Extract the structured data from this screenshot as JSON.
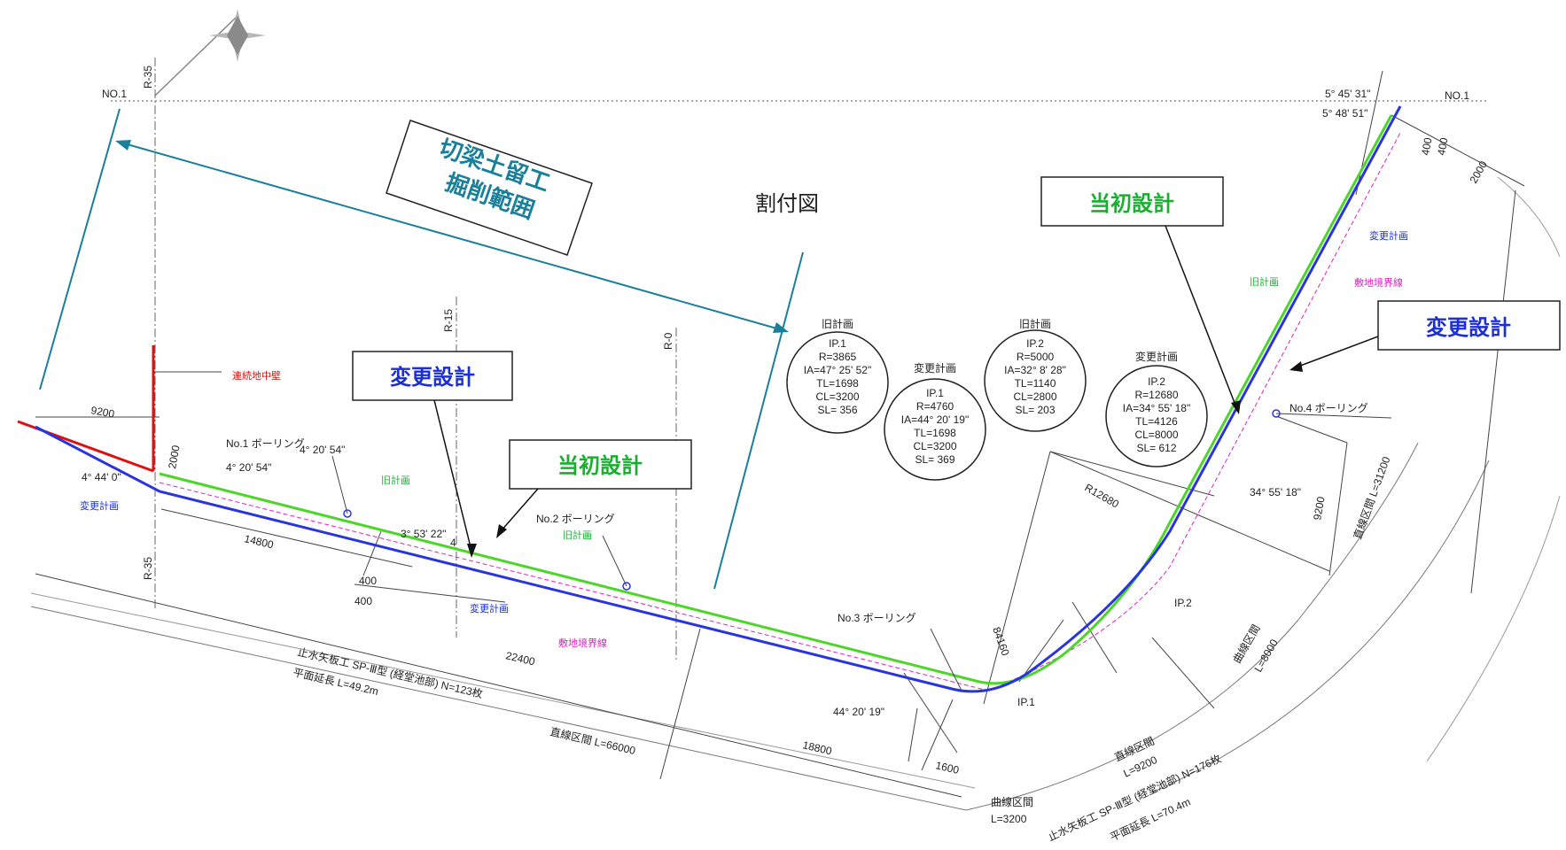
{
  "title": "割付図",
  "colors": {
    "plan_old": "#4bd629",
    "plan_new": "#2a33e0",
    "callout": "#1a7f9a",
    "boundary": "#e020c8",
    "wall": "#e01010",
    "green_label": "#17b02f",
    "blue_label": "#1b2fd6"
  },
  "callouts": {
    "excavation": {
      "line1": "切梁土留工",
      "line2": "掘削範囲"
    },
    "henkou_left": "変更設計",
    "touso_left": "当初設計",
    "touso_right": "当初設計",
    "henkou_right": "変更設計"
  },
  "reference_lines": {
    "no1_left": "NO.1",
    "no1_right": "NO.1",
    "r35_top": "R-35",
    "r35_bottom": "R-35",
    "r15": "R-15",
    "r0": "R-0"
  },
  "legend_labels": {
    "wall": "連続地中壁",
    "old_plan_1": "旧計画",
    "new_plan_1": "変更計画",
    "old_plan_2": "旧計画",
    "new_plan_2": "変更計画",
    "boundary_1": "敷地境界線",
    "old_plan_3": "旧計画",
    "new_plan_3": "変更計画",
    "boundary_2": "敷地境界線"
  },
  "borings": {
    "b1": "No.1 ボーリング",
    "b2": "No.2 ボーリング",
    "b3": "No.3 ボーリング",
    "b4": "No.4 ボーリング"
  },
  "curve_tables": {
    "old_ip1": {
      "header": "旧計画",
      "lines": [
        "IP.1",
        "R=3865",
        "IA=47° 25' 52\"",
        "TL=1698",
        "CL=3200",
        "SL= 356"
      ]
    },
    "new_ip1": {
      "header": "変更計画",
      "lines": [
        "IP.1",
        "R=4760",
        "IA=44° 20' 19\"",
        "TL=1698",
        "CL=3200",
        "SL= 369"
      ]
    },
    "old_ip2": {
      "header": "旧計画",
      "lines": [
        "IP.2",
        "R=5000",
        "IA=32° 8' 28\"",
        "TL=1140",
        "CL=2800",
        "SL= 203"
      ]
    },
    "new_ip2": {
      "header": "変更計画",
      "lines": [
        "IP.2",
        "R=12680",
        "IA=34° 55' 18\"",
        "TL=4126",
        "CL=8000",
        "SL= 612"
      ]
    }
  },
  "angles": {
    "a1": "4° 44' 0\"",
    "a2": "4° 20' 54\"",
    "a3": "4° 20' 54\"",
    "a4": "3° 53' 22\"",
    "a5": "44° 20' 19\"",
    "a6": "34° 55' 18\"",
    "a7": "5° 45' 31\"",
    "a8": "5° 48' 51\""
  },
  "dimensions": {
    "d9200": "9200",
    "d2000": "2000",
    "d14800": "14800",
    "d400a": "400",
    "d400b": "400",
    "d22400": "22400",
    "d18800": "18800",
    "d1600": "1600",
    "d4": "4",
    "d84160": "84160",
    "r12680": "R12680",
    "d9200b": "9200",
    "d400c": "400",
    "d400d": "400",
    "d2000b": "2000"
  },
  "points": {
    "ip1": "IP.1",
    "ip2": "IP.2"
  },
  "sections": {
    "straight_main": "直線区間  L=66000",
    "straight_right": "直線区間  L=31200",
    "curve_right": "曲線区間",
    "curve_right_len": "L=8000",
    "straight_mid": "直線区間",
    "straight_mid_len": "L=9200",
    "curve_bottom": "曲線区間",
    "curve_bottom_len": "L=3200"
  },
  "sheet_piles": {
    "left_1": "止水矢板工 SP-Ⅲ型 (経堂池部) N=123枚",
    "left_2": "平面延長 L=49.2m",
    "right_1": "止水矢板工 SP-Ⅲ型 (経堂池部) N=176枚",
    "right_2": "平面延長 L=70.4m"
  }
}
